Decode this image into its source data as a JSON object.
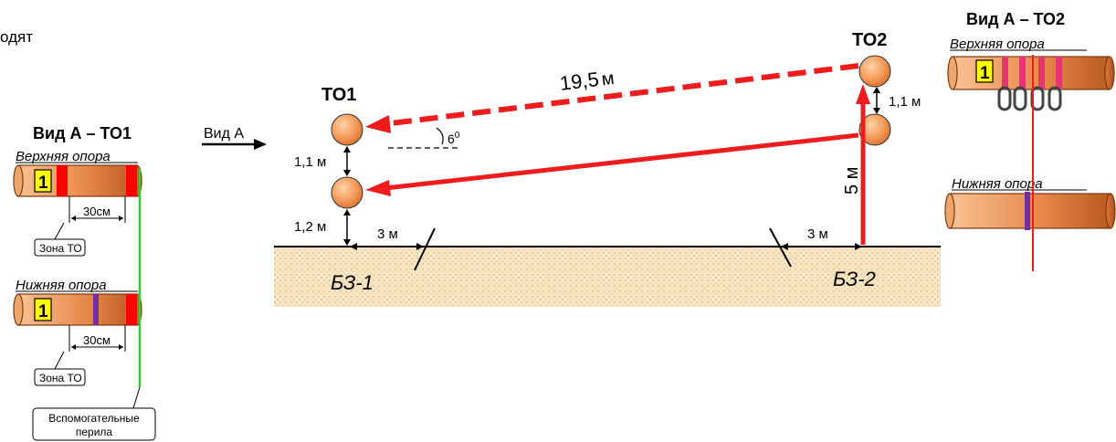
{
  "cut_text": "одят",
  "view_arrow_label": "Вид А",
  "left_panel": {
    "title": "Вид А – ТО1",
    "upper_label": "Верхняя опора",
    "lower_label": "Нижняя опора",
    "badge": "1",
    "dim_30": "30см",
    "zone_label": "Зона ТО",
    "rail_label_line1": "Вспомогательные",
    "rail_label_line2": "перила"
  },
  "right_panel": {
    "title": "Вид А – ТО2",
    "upper_label": "Верхняя опора",
    "lower_label": "Нижняя опора",
    "badge": "1"
  },
  "main": {
    "to1_label": "ТО1",
    "to2_label": "ТО2",
    "dist_19_5": "19,5",
    "unit_m": "м",
    "angle": "6",
    "angle_sup": "0",
    "to1_gap": "1,1 м",
    "to1_height": "1,2 м",
    "to2_gap": "1,1 м",
    "to2_height": "5 м",
    "dist_left_3m": "3 м",
    "dist_right_3m": "3 м",
    "bz1": "БЗ-1",
    "bz2": "БЗ-2"
  },
  "colors": {
    "rope_red": "#ee1c1c",
    "ball_orange": "#f49a5a",
    "pole_brown": "#c8632a",
    "badge_yellow": "#ffff00",
    "marker_red": "#ff0000",
    "marker_purple": "#7030a0",
    "marker_pink": "#e8356f",
    "rail_green": "#33cc33",
    "ground_sand": "#f6e3bd"
  }
}
